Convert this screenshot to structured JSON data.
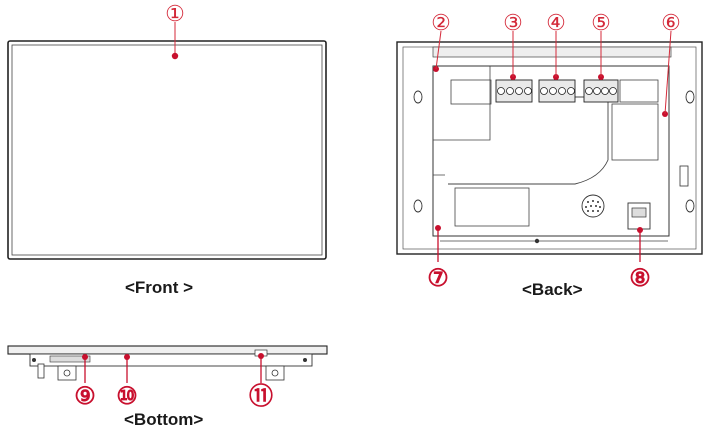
{
  "captions": {
    "front": "<Front >",
    "back": "<Back>",
    "bottom": "<Bottom>"
  },
  "callouts": {
    "c1": "①",
    "c2": "②",
    "c3": "③",
    "c4": "④",
    "c5": "⑤",
    "c6": "⑥",
    "c7": "⑦",
    "c8": "⑧",
    "c9": "⑨",
    "c10": "⑩",
    "c11": "⑪"
  },
  "colors": {
    "line": "#333333",
    "callout_bold": "#c8102e",
    "callout_thin": "#d42a3a",
    "panel_fill": "#f4f4f4",
    "caption": "#1a1a1a"
  }
}
